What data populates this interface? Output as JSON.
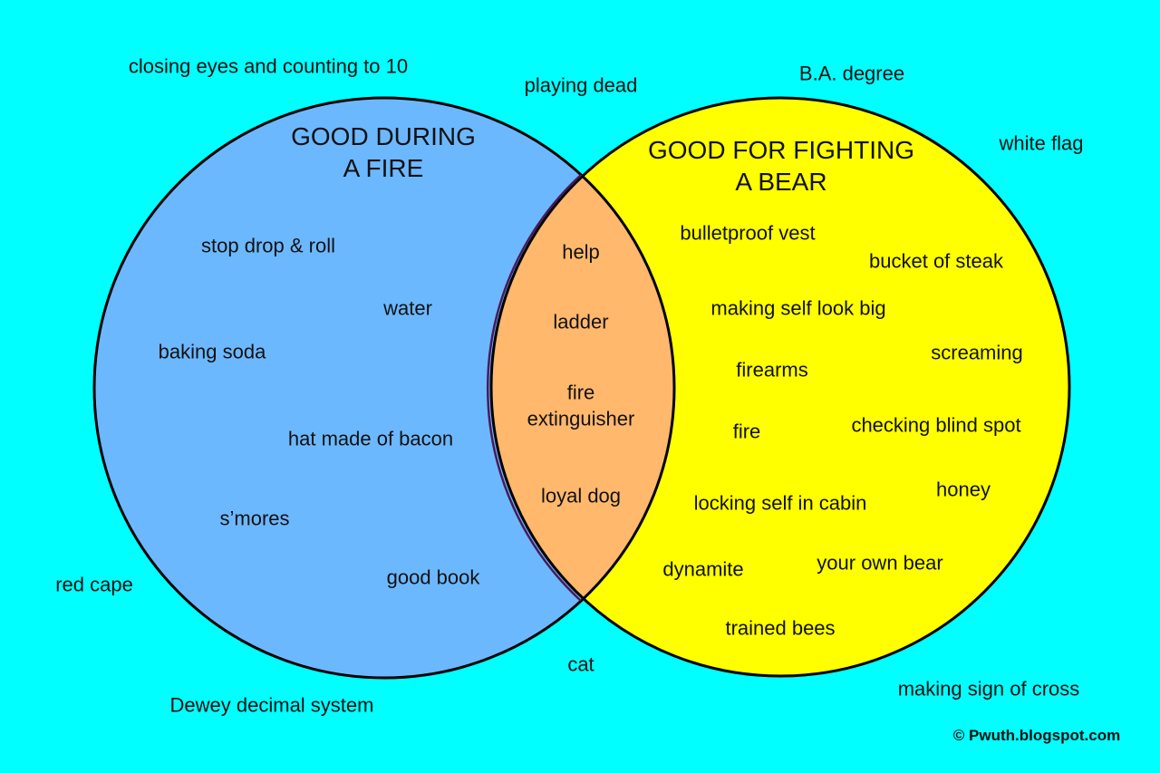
{
  "colors": {
    "background": "#00ffff",
    "left_circle": "#6cb8ff",
    "right_circle": "#ffff00",
    "overlap": "#ffb86c",
    "outline": "#000000"
  },
  "circles": {
    "left": {
      "title_line1": "GOOD DURING",
      "title_line2": "A FIRE"
    },
    "right": {
      "title_line1": "GOOD FOR FIGHTING",
      "title_line2": "A BEAR"
    }
  },
  "left_only": [
    "stop drop & roll",
    "water",
    "baking soda",
    "hat made of bacon",
    "s’mores",
    "good book"
  ],
  "overlap": [
    "help",
    "ladder",
    "fire extinguisher",
    "loyal dog"
  ],
  "right_only": [
    "bulletproof vest",
    "bucket of steak",
    "making self look big",
    "screaming",
    "firearms",
    "fire",
    "checking blind spot",
    "honey",
    "locking self in cabin",
    "dynamite",
    "your own bear",
    "trained bees"
  ],
  "outside": [
    "closing eyes and counting to 10",
    "playing dead",
    "B.A. degree",
    "white flag",
    "red cape",
    "cat",
    "Dewey decimal system",
    "making sign of cross"
  ],
  "credit": "© Pwuth.blogspot.com"
}
